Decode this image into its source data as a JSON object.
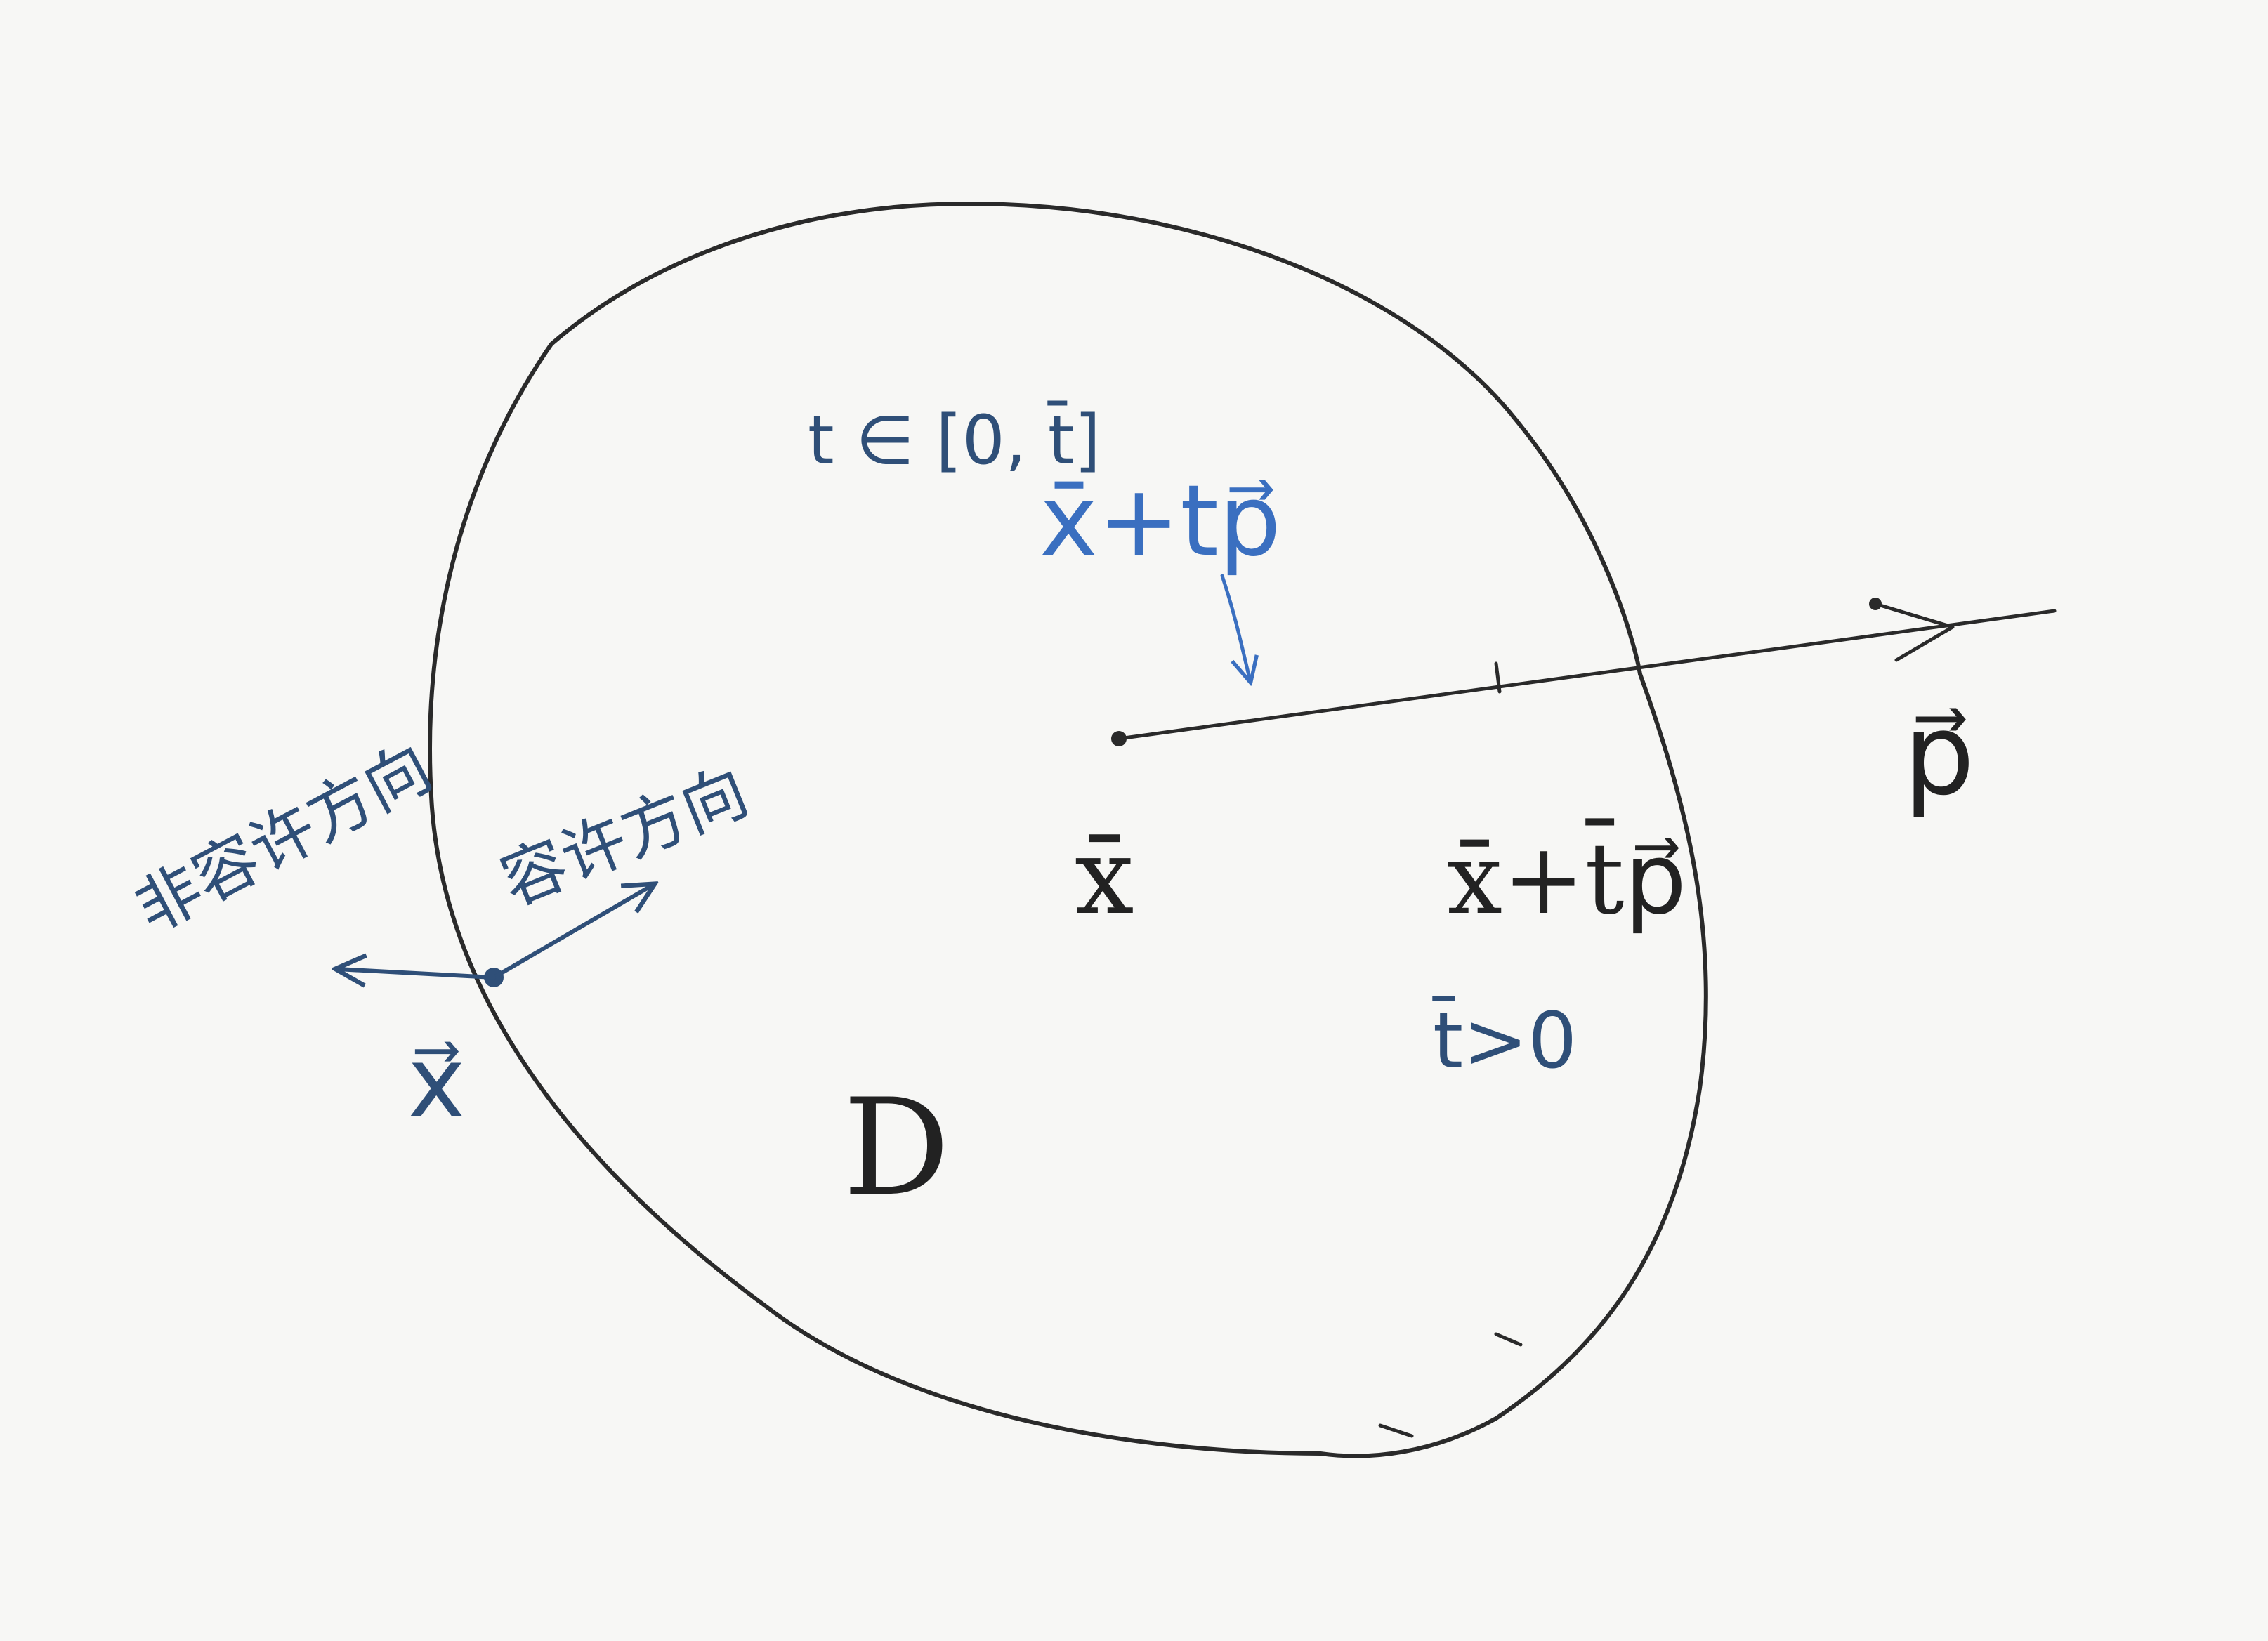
{
  "labels": {
    "interval": "t ∈ [0, t̄]",
    "point_plus_t_dir": "x̄+tp⃗",
    "point_x_bar": "x̄",
    "point_plus_tbar_dir": "x̄+t̄p⃗",
    "t_condition": "t̄>0",
    "direction": "p⃗",
    "region": "D",
    "boundary_point": "x⃗",
    "infeasible_direction": "非容许方向",
    "feasible_direction": "容许方向"
  },
  "colors": {
    "paper": "#f7f7f5",
    "ink_black": "#2a2a2a",
    "ink_blue": "#2f4f78",
    "ink_bright_blue": "#3a6fc0"
  }
}
